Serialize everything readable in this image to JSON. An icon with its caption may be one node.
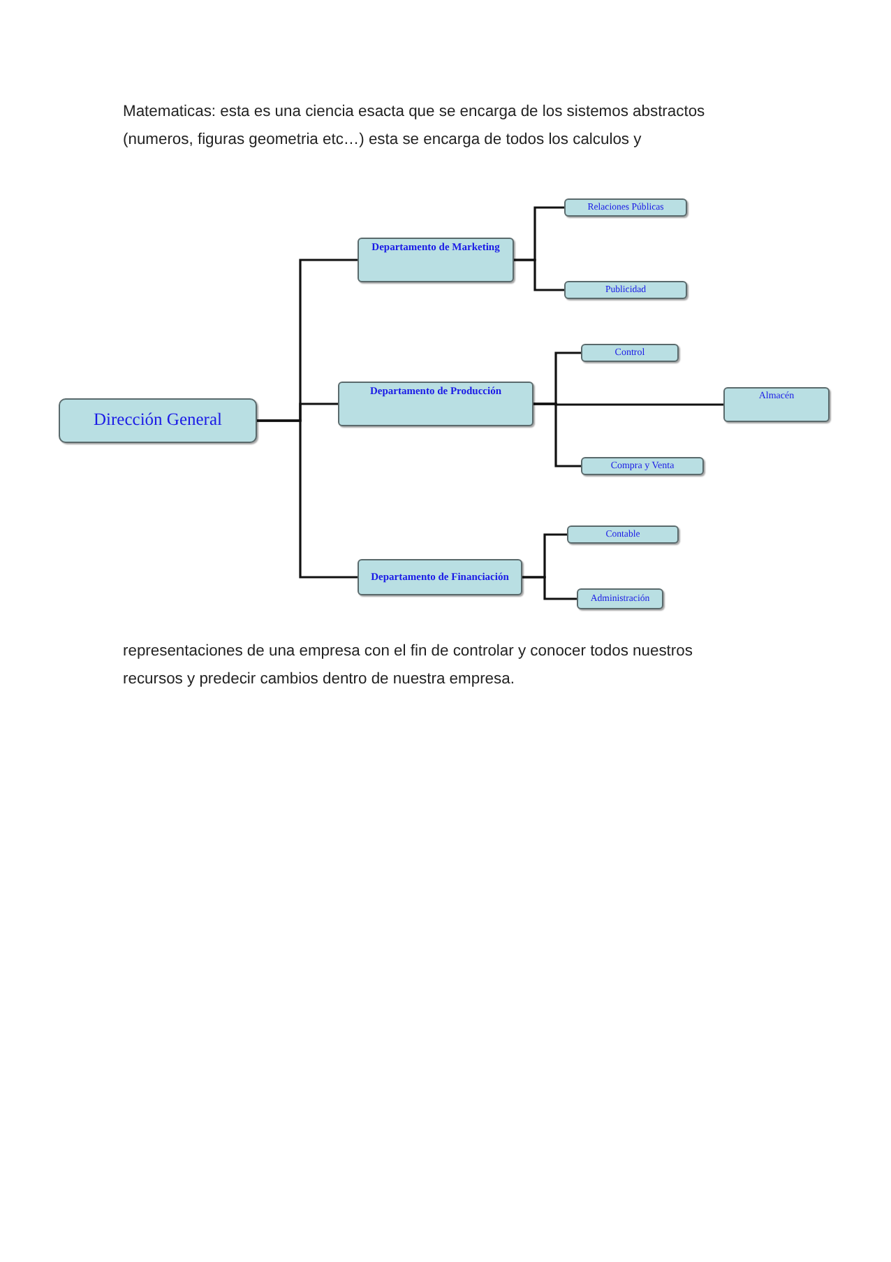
{
  "diagram": {
    "nodes": [
      {
        "text": [
          "Dirección General"
        ]
      },
      {
        "text": [
          "Departamento de Marketing"
        ]
      },
      {
        "text": [
          "Departamento de Producción"
        ]
      },
      {
        "text": [
          "Departamento de Financiación"
        ]
      },
      {
        "text": [
          "Relaciones Públicas"
        ]
      },
      {
        "text": [
          "Publicidad"
        ]
      },
      {
        "text": [
          "Control"
        ]
      },
      {
        "text": [
          "Almacén"
        ]
      },
      {
        "text": [
          "Compra y Venta"
        ]
      },
      {
        "text": [
          "Contable"
        ]
      },
      {
        "text": [
          "Administración"
        ]
      }
    ],
    "edges": [
      {
        "from": 0,
        "to": 1,
        "arrow": "none"
      },
      {
        "from": 0,
        "to": 2,
        "arrow": "none"
      },
      {
        "from": 0,
        "to": 3,
        "arrow": "none"
      },
      {
        "from": 1,
        "to": 4,
        "arrow": "none"
      },
      {
        "from": 1,
        "to": 5,
        "arrow": "none"
      },
      {
        "from": 2,
        "to": 6,
        "arrow": "none"
      },
      {
        "from": 2,
        "to": 7,
        "arrow": "none"
      },
      {
        "from": 2,
        "to": 8,
        "arrow": "none"
      },
      {
        "from": 3,
        "to": 9,
        "arrow": "none"
      },
      {
        "from": 3,
        "to": 10,
        "arrow": "none"
      }
    ],
    "labels": [
      "Matematicas: esta es una ciencia esacta que se encarga de los sistemos abstractos (numeros, figuras geometria etc…) esta se encarga de todos los calculos y",
      "representaciones de una empresa con el fin de controlar y conocer todos nuestros recursos y predecir cambios dentro de nuestra empresa."
    ]
  }
}
